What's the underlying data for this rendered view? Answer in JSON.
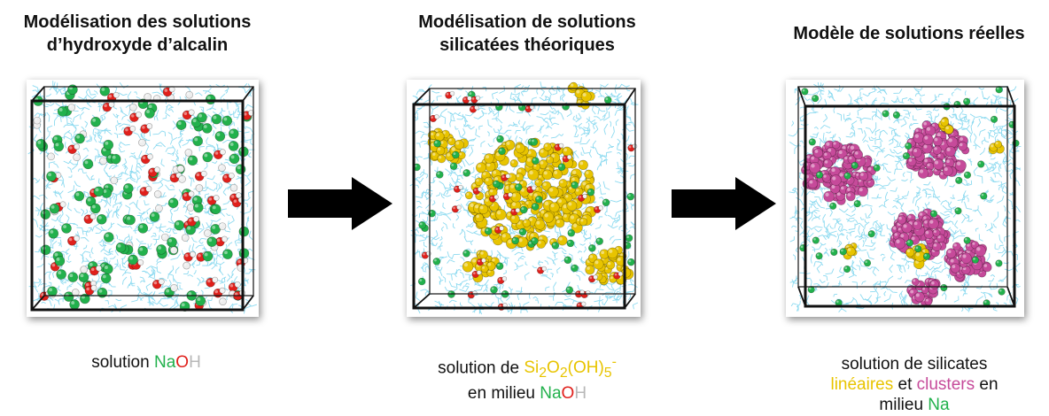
{
  "panels": [
    {
      "title_line1": "Modélisation des solutions",
      "title_line2": "d’hydroxyde d’alcalin",
      "caption": {
        "prefix": "solution ",
        "na": "Na",
        "o": "O",
        "h": "H"
      }
    },
    {
      "title_line1": "Modélisation de solutions",
      "title_line2": "silicatées théoriques",
      "caption": {
        "prefix": "solution de ",
        "formula_si": "Si",
        "formula_si_sub": "2",
        "formula_o": "O",
        "formula_o_sub": "2",
        "formula_oh": "(OH)",
        "formula_oh_sub": "5",
        "formula_charge": "-",
        "line2_prefix": "en milieu ",
        "na": "Na",
        "o": "O",
        "h": "H"
      }
    },
    {
      "title_line1": "Modèle de solutions réelles",
      "caption": {
        "line1": "solution de silicates",
        "lineaires": "linéaires",
        "et": " et ",
        "clusters": "clusters",
        "en": " en",
        "line3_prefix": "milieu ",
        "na": "Na"
      }
    }
  ],
  "colors": {
    "sodium": "#22b14c",
    "oxygen": "#e0201b",
    "hydrogen": "#b8b8b8",
    "silicate_linear": "#e8c400",
    "silicate_cluster": "#c64a9a",
    "water": "#7fd6ee",
    "box_edge": "#111111",
    "arrow": "#000000"
  },
  "icons": [
    "right-arrow-icon",
    "right-arrow-icon"
  ]
}
